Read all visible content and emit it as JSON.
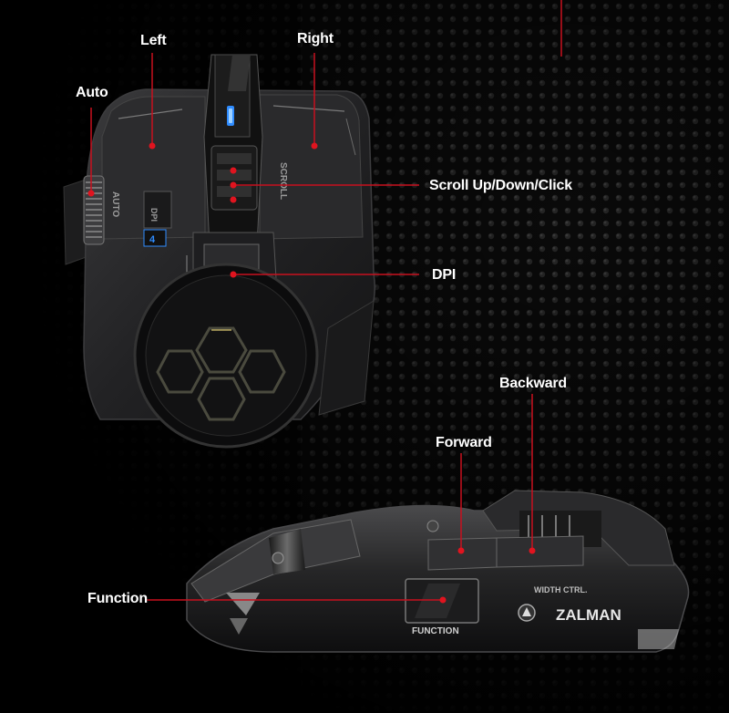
{
  "callouts": {
    "auto": "Auto",
    "left": "Left",
    "right": "Right",
    "scroll": "Scroll Up/Down/Click",
    "dpi": "DPI",
    "backward": "Backward",
    "forward": "Forward",
    "function": "Function"
  },
  "mouse_markings": {
    "auto": "AUTO",
    "dpi": "DPI",
    "dpi_level": "4",
    "scroll": "SCROLL",
    "width_ctrl": "WIDTH CTRL.",
    "brand": "ZALMAN",
    "function": "FUNCTION"
  },
  "colors": {
    "background": "#050505",
    "leader_line": "#c8101e",
    "marker_dot": "#e0141f",
    "label_text": "#ffffff",
    "led_blue": "#2f8cff"
  }
}
